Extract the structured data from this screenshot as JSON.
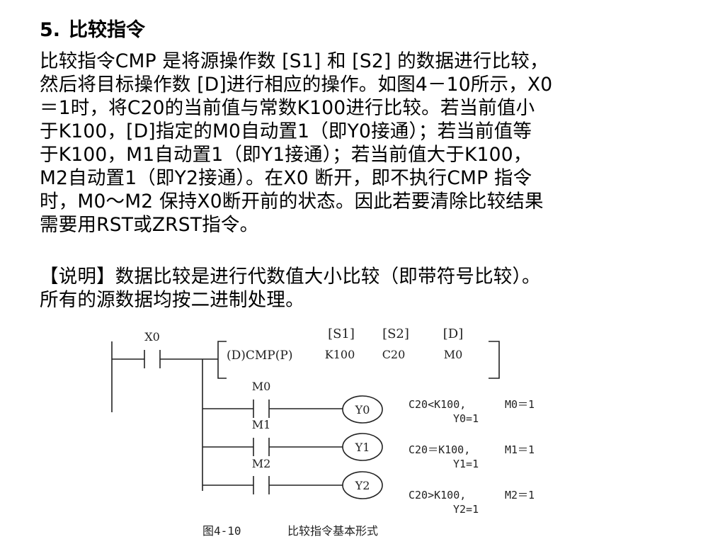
{
  "heading": {
    "number": "5.",
    "title": "比较指令"
  },
  "paragraph1": [
    "比较指令CMP 是将源操作数 [S1] 和 [S2] 的数据进行比较，",
    "然后将目标操作数 [D]进行相应的操作。如图4－10所示，X0",
    "＝1时，将C20的当前值与常数K100进行比较。若当前值小",
    "于K100，[D]指定的M0自动置1（即Y0接通）；若当前值等",
    "于K100，M1自动置1（即Y1接通）；若当前值大于K100，",
    "M2自动置1（即Y2接通）。在X0 断开，即不执行CMP 指令",
    "时，M0～M2 保持X0断开前的状态。因此若要清除比较结果",
    "需要用RST或ZRST指令。"
  ],
  "paragraph2": [
    "【说明】数据比较是进行代数值大小比较（即带符号比较）。",
    "所有的源数据均按二进制处理。"
  ],
  "diagram": {
    "input_contact": "X0",
    "instruction": "(D)CMP(P)",
    "operand_headers": [
      "[S1]",
      "[S2]",
      "[D]"
    ],
    "operand_values": [
      "K100",
      "C20",
      "M0"
    ],
    "rungs": [
      {
        "contact": "M0",
        "coil": "Y0",
        "condition": "C20<K100,",
        "set": "M0＝1",
        "output": "Y0=1"
      },
      {
        "contact": "M1",
        "coil": "Y1",
        "condition": "C20＝K100,",
        "set": "M1＝1",
        "output": "Y1=1"
      },
      {
        "contact": "M2",
        "coil": "Y2",
        "condition": "C20>K100,",
        "set": "M2＝1",
        "output": "Y2=1"
      }
    ],
    "caption_number": "图4-10",
    "caption_title": "比较指令基本形式"
  }
}
